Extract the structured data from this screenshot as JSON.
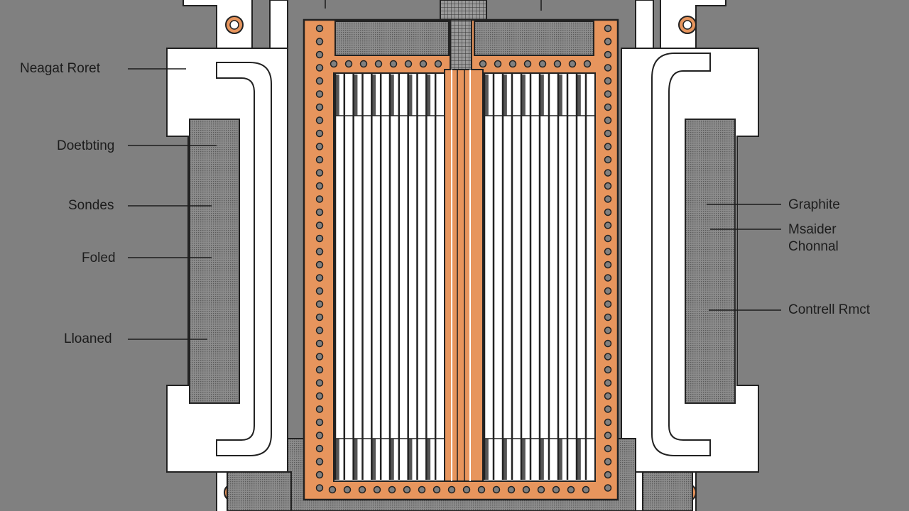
{
  "diagram": {
    "labels_left": [
      {
        "text": "Neagat Roret"
      },
      {
        "text": "Doetbting"
      },
      {
        "text": "Sondes"
      },
      {
        "text": "Foled"
      },
      {
        "text": "Lloaned"
      }
    ],
    "labels_right": [
      {
        "text": "Graphite"
      },
      {
        "text": "Msaider\nChonnal"
      },
      {
        "text": "Contrell Rmct"
      }
    ],
    "colors": {
      "background": "#808080",
      "frame": "#e7955d",
      "frame_dark": "#c2703c",
      "slots": "#ffffff",
      "stripe_dark": "#555555",
      "dots_fill": "#808080",
      "panel": "#ffffff",
      "hatched": "#777777"
    }
  }
}
